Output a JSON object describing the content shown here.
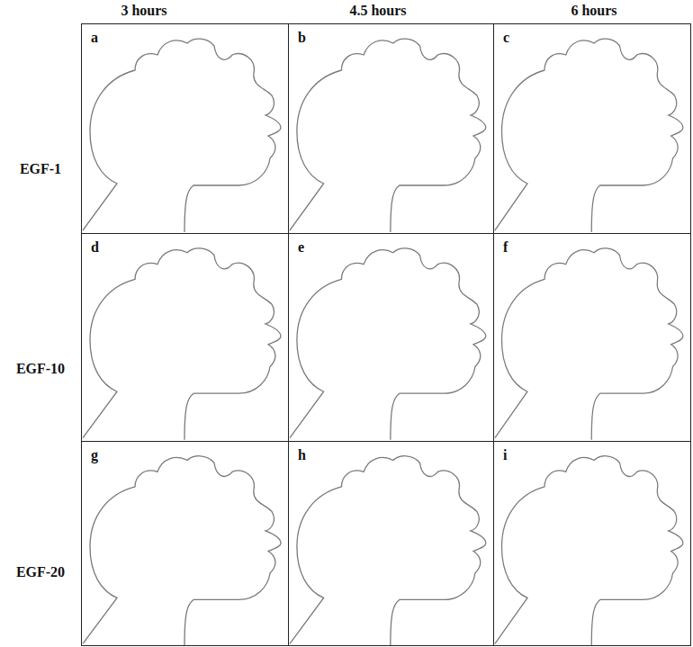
{
  "diagram": {
    "nodes": [
      {
        "text": [
          "a"
        ]
      },
      {
        "text": [
          "b"
        ]
      },
      {
        "text": [
          "c"
        ]
      },
      {
        "text": [
          "d"
        ]
      },
      {
        "text": [
          "e"
        ]
      },
      {
        "text": [
          "f"
        ]
      },
      {
        "text": [
          "g"
        ]
      },
      {
        "text": [
          "h"
        ]
      },
      {
        "text": [
          "i"
        ]
      }
    ],
    "labels": [
      "3 hours",
      "4.5 hours",
      "6 hours",
      "EGF-1",
      "EGF-10",
      "EGF-20"
    ]
  }
}
